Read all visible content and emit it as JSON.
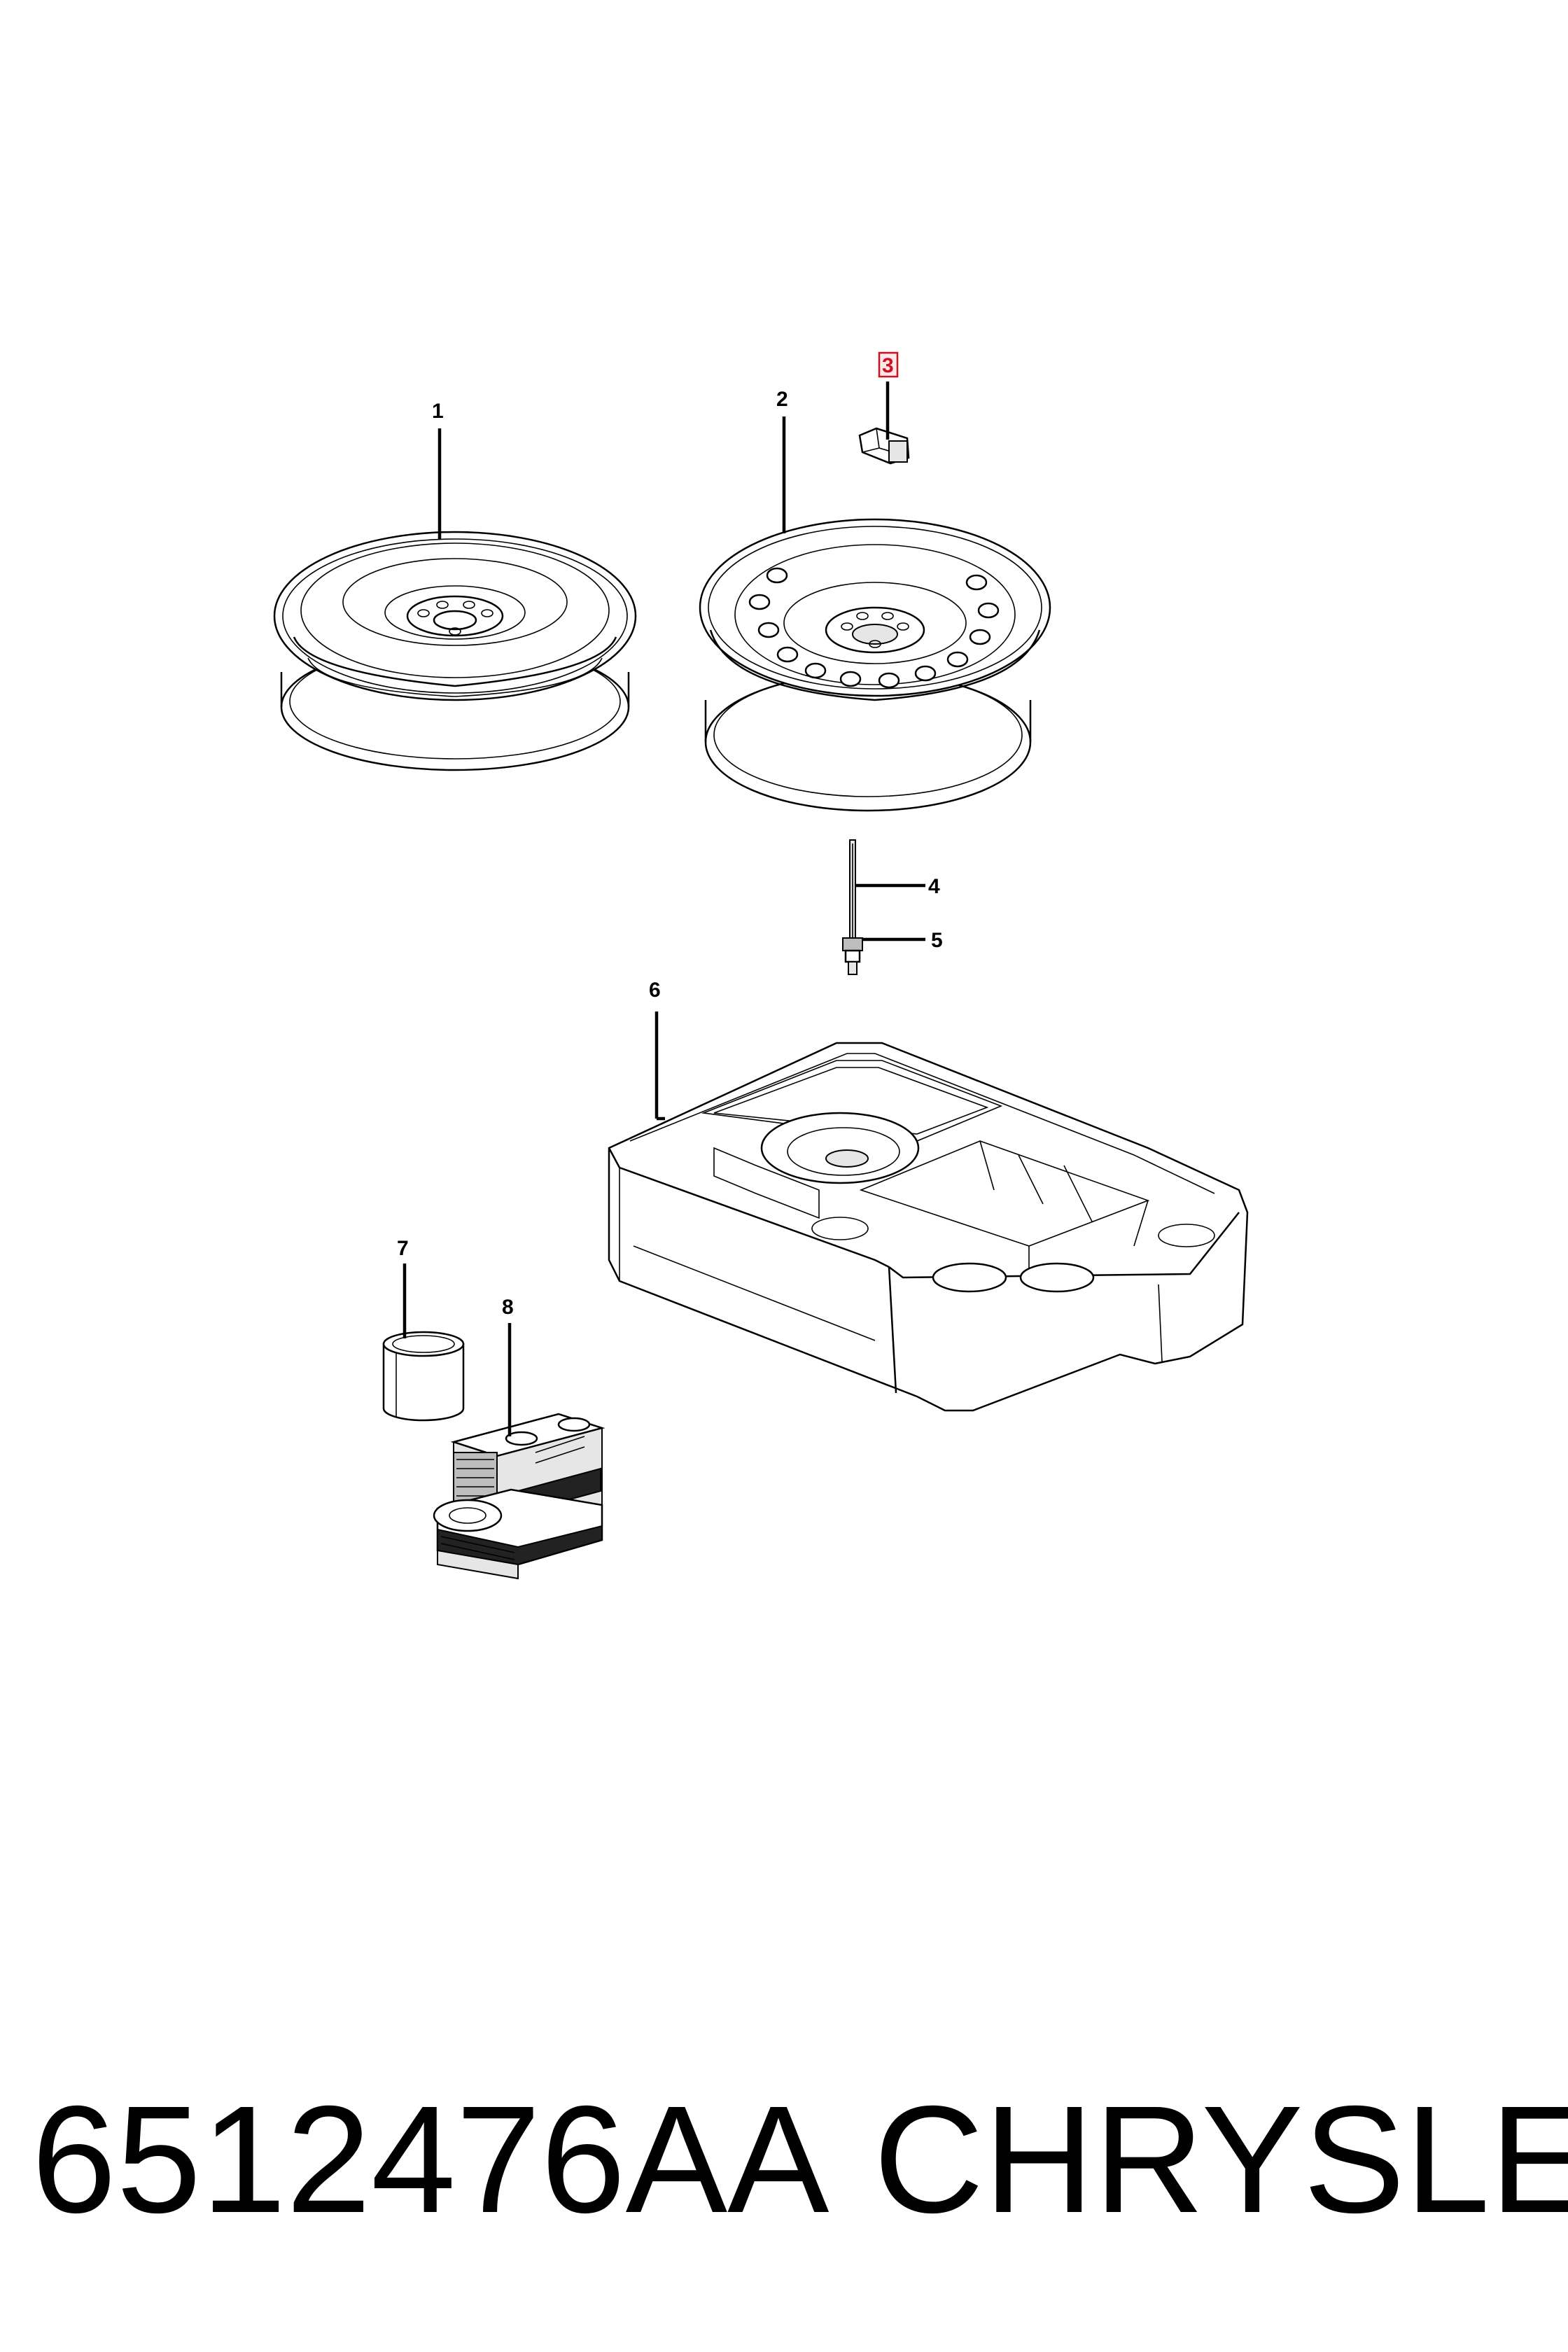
{
  "callouts": [
    {
      "id": 1,
      "label": "1",
      "highlighted": false
    },
    {
      "id": 2,
      "label": "2",
      "highlighted": false
    },
    {
      "id": 3,
      "label": "3",
      "highlighted": true
    },
    {
      "id": 4,
      "label": "4",
      "highlighted": false
    },
    {
      "id": 5,
      "label": "5",
      "highlighted": false
    },
    {
      "id": 6,
      "label": "6",
      "highlighted": false
    },
    {
      "id": 7,
      "label": "7",
      "highlighted": false
    },
    {
      "id": 8,
      "label": "8",
      "highlighted": false
    }
  ],
  "footer": {
    "part_number": "6512476AA",
    "brand": "CHRYSLER"
  },
  "colors": {
    "highlight": "#d0101f",
    "line": "#000000",
    "background": "#ffffff"
  }
}
